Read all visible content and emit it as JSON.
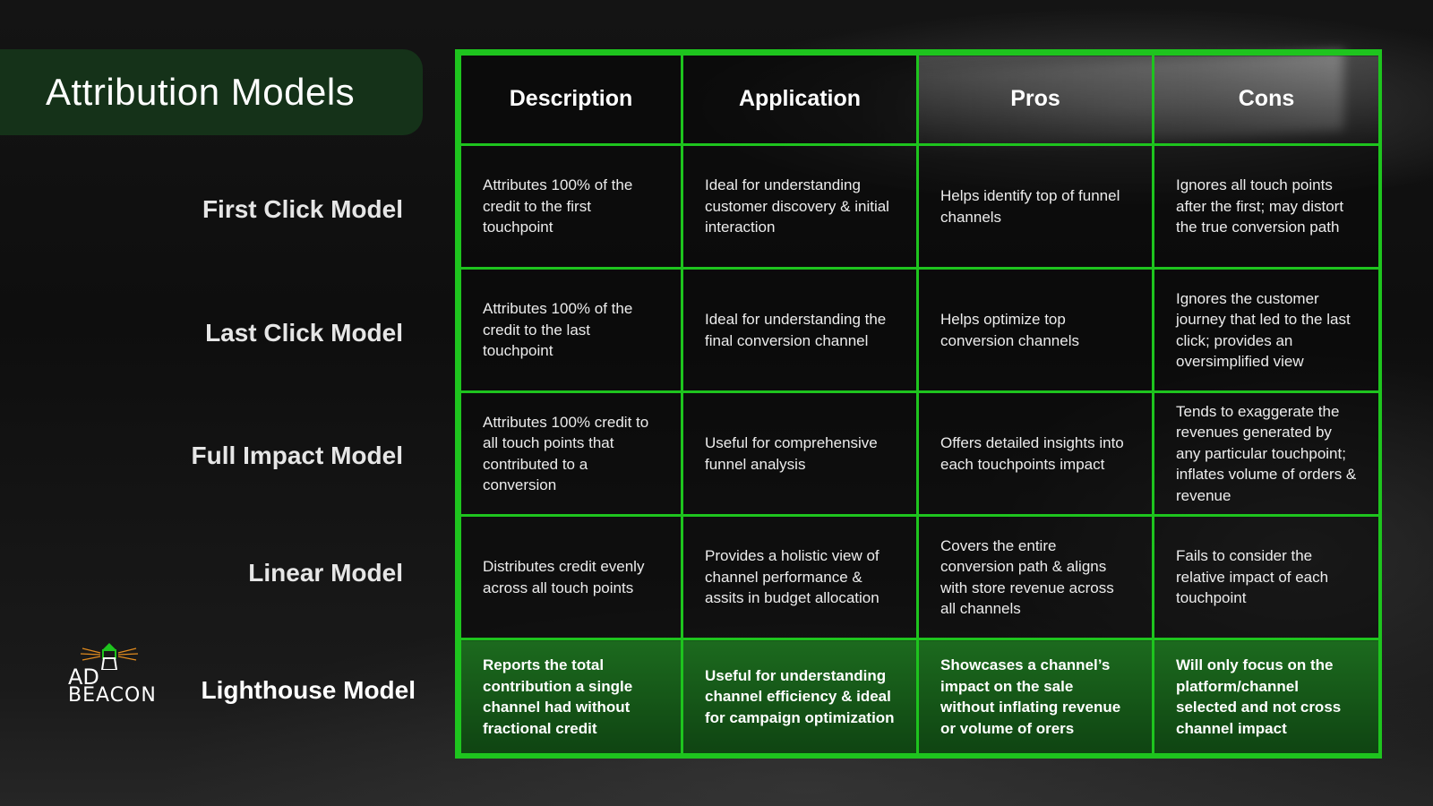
{
  "title": "Attribution Models",
  "accent_color": "#1ec41e",
  "title_bg_color": "#153219",
  "highlight_row_color": "#1c6a1e",
  "logo": {
    "line1": "AD",
    "line2": "BEACON",
    "icon": "lighthouse-icon"
  },
  "table": {
    "headers": [
      "Description",
      "Application",
      "Pros",
      "Cons"
    ],
    "rows": [
      {
        "label": "First Click Model",
        "cells": [
          "Attributes 100% of the credit to the first touchpoint",
          "Ideal for understanding customer discovery & initial interaction",
          "Helps identify top of funnel channels",
          "Ignores all touch points after the first; may distort the true conversion path"
        ]
      },
      {
        "label": "Last Click Model",
        "cells": [
          "Attributes 100% of the credit to the last touchpoint",
          "Ideal for understanding the final conversion channel",
          "Helps optimize top conversion channels",
          "Ignores the customer journey that led to the last click; provides an oversimplified view"
        ]
      },
      {
        "label": "Full Impact Model",
        "cells": [
          "Attributes 100% credit to all touch points that contributed to a conversion",
          "Useful for comprehensive funnel analysis",
          "Offers detailed insights into each touchpoints impact",
          "Tends to exaggerate the revenues generated by any particular touchpoint; inflates volume of orders & revenue"
        ]
      },
      {
        "label": "Linear Model",
        "cells": [
          "Distributes credit evenly across all touch points",
          "Provides a holistic view of channel performance & assits in budget allocation",
          "Covers the entire conversion path & aligns with store revenue across all channels",
          "Fails to consider the relative impact of each touchpoint"
        ]
      },
      {
        "label": "Lighthouse Model",
        "cells": [
          "Reports the total contribution a single channel had without fractional credit",
          "Useful for understanding channel efficiency & ideal for campaign optimization",
          "Showcases a channel’s impact on the sale without inflating revenue or volume of orers",
          "Will only focus on the platform/channel selected and not cross channel impact"
        ]
      }
    ]
  }
}
